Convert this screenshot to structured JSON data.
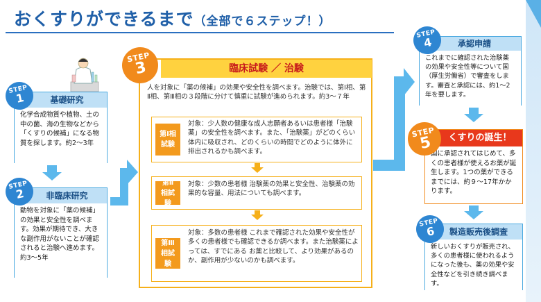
{
  "title": {
    "main": "おくすりができるまで",
    "sub": "（全部で６ステップ！）"
  },
  "colors": {
    "accent_blue": "#2e86d2",
    "orange": "#f18a1c",
    "yellow": "#ffd23f",
    "red": "#e8381c"
  },
  "step1": {
    "badge_word": "STEP",
    "number": "1",
    "title": "基礎研究",
    "text": "化学合成物質や植物、土の中の菌、海の生物などから「くすりの候補」になる物質を探します。約2～3年"
  },
  "step2": {
    "badge_word": "STEP",
    "number": "2",
    "title": "非臨床研究",
    "text": "動物を対象に「薬の候補」の効果と安全性を調べます。効果が期待でき、大きな副作用がないことが確認されると治験へ進めます。約3～5年"
  },
  "step3": {
    "badge_word": "STEP",
    "number": "3",
    "title": "臨床試験 ／ 治験",
    "intro": "人を対象に「薬の候補」の効果や安全性を調べます。治験では、第Ⅰ相、第Ⅱ相、第Ⅲ相の３段階に分けて慎重に試験が進められます。約3～７年",
    "phases": [
      {
        "label": "第Ⅰ相試験",
        "text": "対象：少人数の健康な成人志願者あるいは患者様「治験薬」の安全性を調べます。また、「治験薬」がどのくらい体内に吸収され、どのくらいの時間でどのように体外に排出されるかも調べます。"
      },
      {
        "label": "第Ⅱ相試験",
        "text": "対象：少数の患者様 治験薬の効果と安全性、治験薬の効果的な容量、用法についても調べます。"
      },
      {
        "label": "第Ⅲ相試験",
        "text": "対象：多数の患者様 これまで確認された効果や安全性が多くの患者様でも確認できるか調べます。また治験薬によっては、すでにある お薬と比較して、より効果があるのか、副作用が少ないのかも調べます。"
      }
    ]
  },
  "step4": {
    "badge_word": "STEP",
    "number": "4",
    "title": "承認申請",
    "text": "これまでに確認された治験薬の効果や安全性等について国（厚生労働省）で審査をします。審査と承認には、約1～2年を要します。"
  },
  "step5": {
    "badge_word": "STEP",
    "number": "5",
    "title": "くすりの誕生！",
    "text": "国に承認されてはじめて、多くの患者様が使えるお薬が誕生します。1つの薬ができるまでには、約９～17年かかります。"
  },
  "step6": {
    "badge_word": "STEP",
    "number": "6",
    "title": "製造販売後調査",
    "text": "新しいおくすりが販売され、多くの患者様に使われるようになった後も、薬の効果や安全性などを引き続き調べます。"
  }
}
